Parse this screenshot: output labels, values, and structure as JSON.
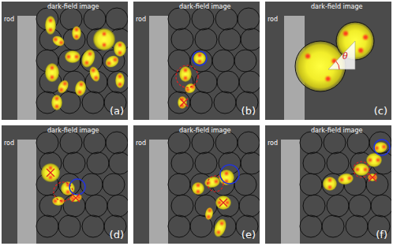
{
  "diagram": {
    "labels": [
      "dark-field image",
      "rod",
      "(a)",
      "dark-field image",
      "rod",
      "(b)",
      "dark-field image",
      "rod",
      "θ",
      "(c)",
      "dark-field image",
      "rod",
      "(d)",
      "dark-field image",
      "rod",
      "(e)",
      "dark-field image",
      "rod",
      "(f)"
    ]
  }
}
